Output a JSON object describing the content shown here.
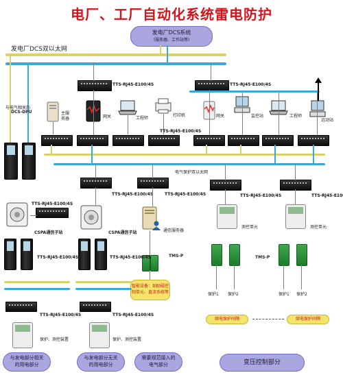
{
  "title": "电厂、工厂自动化系统雷电防护",
  "dcs_system": {
    "line1": "发电厂DCS系统",
    "line2": "（服务器、工作站等）"
  },
  "dcs_network_label": "发电厂DCS双以太网",
  "dpu_label_line1": "与电气相关的",
  "dpu_label_line2": "DCS-DPU",
  "tts_label": "TTS-RJ45-E100/4S",
  "devices": {
    "main_server_line1": "主服",
    "main_server_line2": "务器",
    "gateway": "网关",
    "engineer": "工程师",
    "printer": "打印机",
    "gateway2": "网关",
    "monitor": "监控站",
    "engineer2": "工程师",
    "remote": "远动站"
  },
  "protection_network_label": "电气保护双以太网",
  "cspa_label_1": "CSPA通信子站",
  "cspa_label_2": "CSPA通信子站",
  "comm_server": "通信服务器",
  "tms_label": "TMS-P",
  "smart_device": {
    "line1": "智能设备：如励磁控",
    "line2": "制单元、直流系统等"
  },
  "measure_unit_1": "测控单元",
  "measure_unit_2": "测控单元",
  "tms_label_2": "TMS-P",
  "protect_labels": [
    "保护1",
    "保护2",
    "保护1",
    "保护2"
  ],
  "protect_device_1": "保护、测控装置",
  "protect_device_2": "保护、测控装置",
  "bottom_pills": {
    "pill1_line1": "与发电部分相关",
    "pill1_line2": "的用电部分",
    "pill2_line1": "与发电部分无关",
    "pill2_line2": "的用电部分",
    "pill3_line1": "需要规范接入的",
    "pill3_line2": "电气部分",
    "pill4": "变压控制部分"
  },
  "legend": {
    "left": "继电保护间隔",
    "right": "继电保护间隔"
  }
}
